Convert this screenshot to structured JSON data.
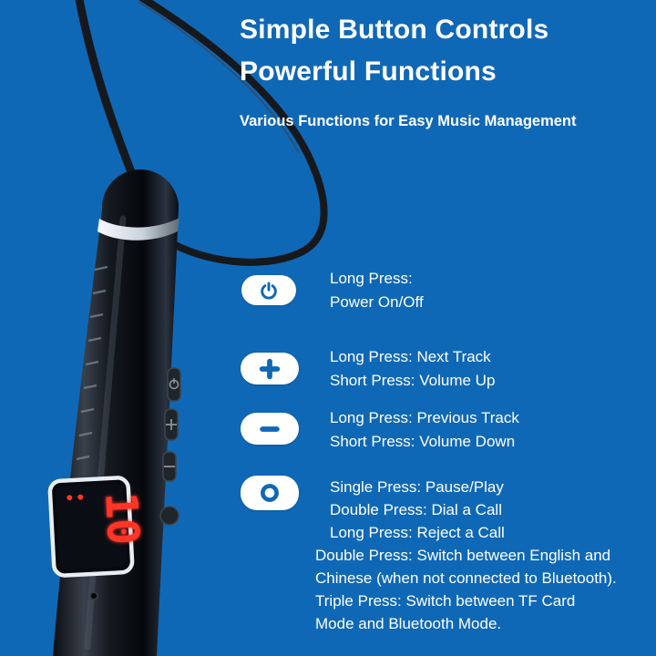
{
  "theme": {
    "background": "#0f68b6",
    "text": "#ffffff",
    "pill_background": "#ffffff",
    "icon_color": "#0f68b6",
    "led_color": "#ff3526"
  },
  "header": {
    "title_line1": "Simple Button Controls",
    "title_line2": "Powerful Functions",
    "subtitle": "Various Functions for Easy Music Management"
  },
  "controls": [
    {
      "icon": "power-icon",
      "lines": [
        "Long Press:",
        "Power On/Off"
      ]
    },
    {
      "icon": "plus-icon",
      "lines": [
        "Long Press: Next Track",
        "Short Press: Volume Up"
      ]
    },
    {
      "icon": "minus-icon",
      "lines": [
        "Long Press: Previous Track",
        "Short Press: Volume Down"
      ]
    },
    {
      "icon": "circle-icon",
      "lines": [
        "Single Press: Pause/Play",
        "Double Press: Dial a Call",
        "Long Press: Reject a Call",
        "Double Press: Switch between English and",
        "Chinese (when not connected to Bluetooth).",
        "Triple Press: Switch between TF Card",
        "Mode and Bluetooth Mode."
      ]
    }
  ],
  "device": {
    "display": "10"
  }
}
